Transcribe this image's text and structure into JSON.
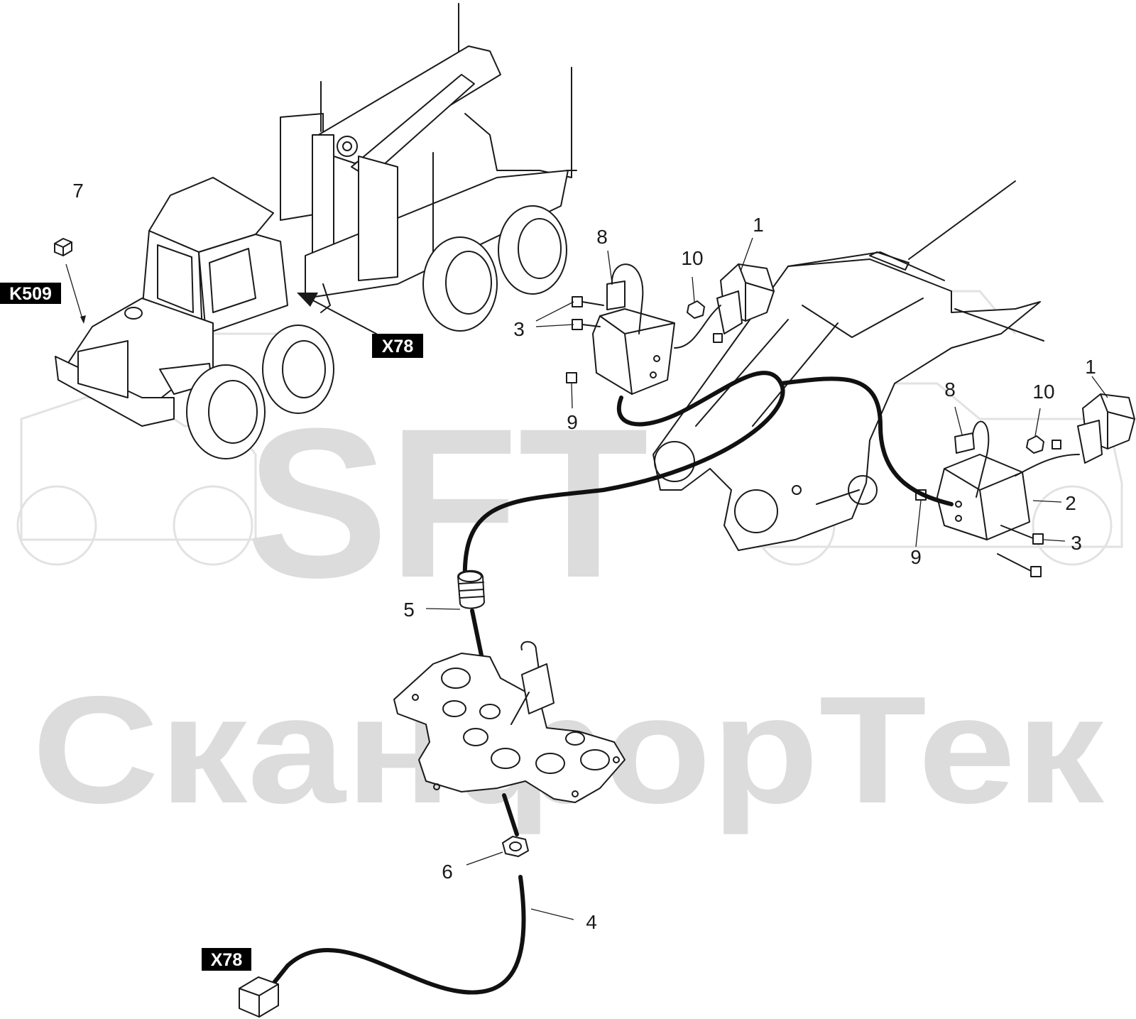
{
  "watermark": {
    "logo": "SFT",
    "brand": "СканфорТек"
  },
  "tags": {
    "k509": "K509",
    "x78_machine": "X78",
    "x78_connector": "X78"
  },
  "callouts": {
    "c1_left": "1",
    "c1_right": "1",
    "c2": "2",
    "c3_left": "3",
    "c3_right": "3",
    "c4": "4",
    "c5": "5",
    "c6": "6",
    "c7": "7",
    "c8_left": "8",
    "c8_right": "8",
    "c9_left": "9",
    "c9_right": "9",
    "c10_left": "10",
    "c10_right": "10"
  },
  "colors": {
    "line": "#1a1a1a",
    "tag_background": "#000000",
    "tag_text": "#ffffff",
    "watermark": "#dcdcdc"
  }
}
